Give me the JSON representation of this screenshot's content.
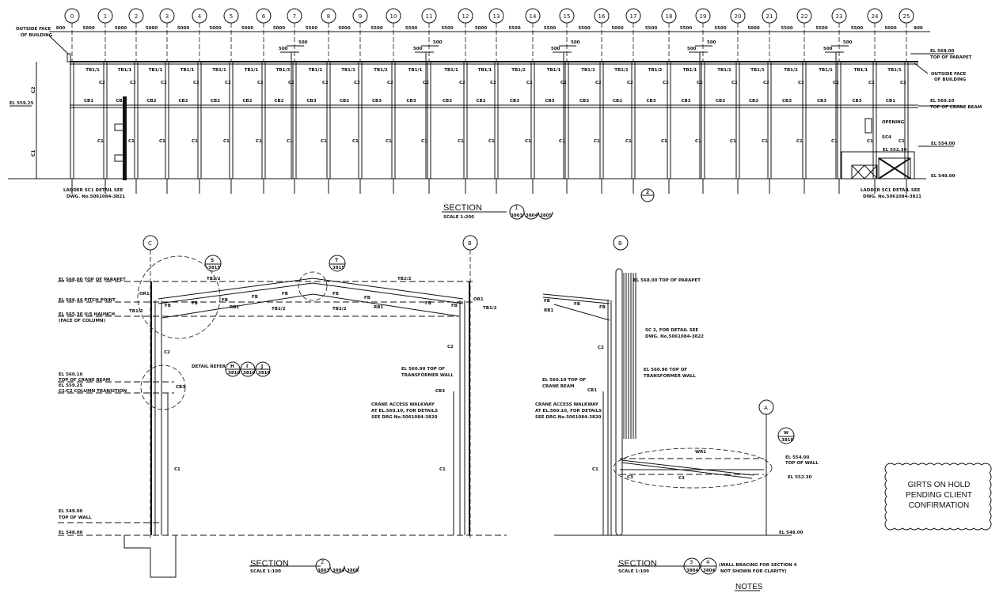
{
  "section1": {
    "gridlines": [
      "0",
      "1",
      "2",
      "3",
      "4",
      "5",
      "6",
      "7",
      "8",
      "9",
      "10",
      "11",
      "12",
      "13",
      "14",
      "15",
      "16",
      "17",
      "18",
      "19",
      "20",
      "21",
      "22",
      "23",
      "24",
      "25"
    ],
    "dimensions": [
      "800",
      "5000",
      "5000",
      "5000",
      "5000",
      "5000",
      "5000",
      "5000",
      "5500",
      "5000",
      "5500",
      "5500",
      "5500",
      "5000",
      "5500",
      "5500",
      "5500",
      "5000",
      "5500",
      "5500",
      "5500",
      "5000",
      "5500",
      "5500",
      "5500",
      "5000",
      "800"
    ],
    "tie_beams": [
      "TB1/1",
      "TB1/1",
      "TB1/1",
      "TB1/1",
      "TB1/1",
      "TB1/1",
      "TB1/3",
      "TB1/1",
      "TB1/1",
      "TB1/2",
      "TB1/1",
      "TB1/1",
      "TB1/1",
      "TB1/2",
      "TB1/1",
      "TB1/1",
      "TB1/1",
      "TB1/2",
      "TB1/1",
      "TB1/1",
      "TB1/1",
      "TB1/2",
      "TB1/1",
      "TB1/1",
      "TB1/1"
    ],
    "crane_beams": [
      "CB1",
      "CB2",
      "CB2",
      "CB2",
      "CB2",
      "CB2",
      "CB2",
      "CB3",
      "CB2",
      "CB3",
      "CB3",
      "CB3",
      "CB2",
      "CB3",
      "CB3",
      "CB3",
      "CB2",
      "CB3",
      "CB3",
      "CB3",
      "CB2",
      "CB3",
      "CB3",
      "CB3",
      "CB1"
    ],
    "upper_column": "C2",
    "lower_column": "C1",
    "offset_dim": "500",
    "outside_face": [
      "OUTSIDE FACE",
      "OF BUILDING"
    ],
    "el_left": "EL 559.25",
    "el_parapet": [
      "EL 568.00",
      "TOP OF PARAPET"
    ],
    "el_crane": [
      "EL 560.10",
      "TOP OF CRANE BEAM"
    ],
    "el_554": "EL 554.00",
    "el_548": "EL 548.00",
    "el_552": "EL 552.30",
    "opening": "OPENING",
    "sc4": "SC4",
    "ladder_left": [
      "LADDER SC1 DETAIL SEE",
      "DWG. No.5061084-3821"
    ],
    "ladder_right": [
      "LADDER SC1 DETAIL SEE",
      "DWG. No.5061084-3821"
    ],
    "section_marker": "2",
    "title": "SECTION",
    "scale": "SCALE 1:200",
    "number": "1",
    "refs": [
      "3803",
      "3804",
      "3805"
    ]
  },
  "section2": {
    "grid_left": "C",
    "grid_right": "B",
    "labels": {
      "parapet": "EL 568.00 TOP OF PARAPET",
      "pitch": "EL 566.44 PITCH POINT",
      "haunch": "EL 565.30 U/S HAUNCH",
      "haunch2": "(FACE OF COLUMN)",
      "crane1": "EL 560.10",
      "crane2": "TOP OF CRANE BEAM",
      "trans1": "EL 559.25",
      "trans2": "C1/C2 COLUMN TRANSITION",
      "wall1": "EL 549.00",
      "wall2": "TOP OF WALL",
      "ground": "EL 548.00",
      "detail_refer": "DETAIL REFER",
      "tw1": "EL 560.90 TOP OF",
      "tw2": "TRANSFORMER WALL",
      "walk1": "CRANE ACCESS WALKWAY",
      "walk2": "AT EL.560.10, FOR DETAILS",
      "walk3": "SEE DRG No.5061084-3820"
    },
    "members": {
      "or1": "OR1",
      "tb12": "TB1/2",
      "tb22": "TB2/2",
      "fb": "FB",
      "rb1": "RB1",
      "c2": "C2",
      "c1": "C1",
      "cb3": "CB3"
    },
    "callouts": {
      "s": "S",
      "t": "T",
      "s_ref": "3815",
      "t_ref": "3815",
      "h": "H",
      "i": "I",
      "j": "J",
      "hij_ref": "3810"
    },
    "title": "SECTION",
    "scale": "SCALE 1:100",
    "number": "2",
    "refs": [
      "3803",
      "3804",
      "3805"
    ]
  },
  "section3": {
    "grid_b": "B",
    "grid_a": "A",
    "labels": {
      "parapet": "EL 568.00 TOP OF PARAPET",
      "sc2a": "SC 2, FOR DETAIL SEE",
      "sc2b": "DWG. No.5061084-3822",
      "tw1": "EL 560.90 TOP OF",
      "tw2": "TRANSFORMER WALL",
      "crane1": "EL 560.10 TOP OF",
      "crane2": "CRANE BEAM",
      "walk1": "CRANE ACCESS WALKWAY",
      "walk2": "AT EL.560.10, FOR DETAILS",
      "walk3": "SEE DRG No.5061084-3820",
      "wall1": "EL 554.00",
      "wall2": "TOP OF WALL",
      "el552": "EL 552.30",
      "ground": "EL 548.00"
    },
    "members": {
      "fb": "FB",
      "rb1": "RB1",
      "c2": "C2",
      "cb1": "CB1",
      "c1": "C1",
      "wr1": "WR1",
      "c3": "C3"
    },
    "callouts": {
      "w": "W",
      "w_ref": "3818"
    },
    "title": "SECTION",
    "scale": "SCALE 1:100",
    "numbers": [
      "3",
      "4"
    ],
    "refs": [
      "3804",
      "3804"
    ],
    "note": [
      "(WALL BRACING FOR SECTION 4",
      "NOT SHOWN FOR CLARITY)"
    ]
  },
  "hold_box": [
    "GIRTS ON HOLD",
    "PENDING CLIENT",
    "CONFIRMATION"
  ],
  "notes_heading": "NOTES"
}
